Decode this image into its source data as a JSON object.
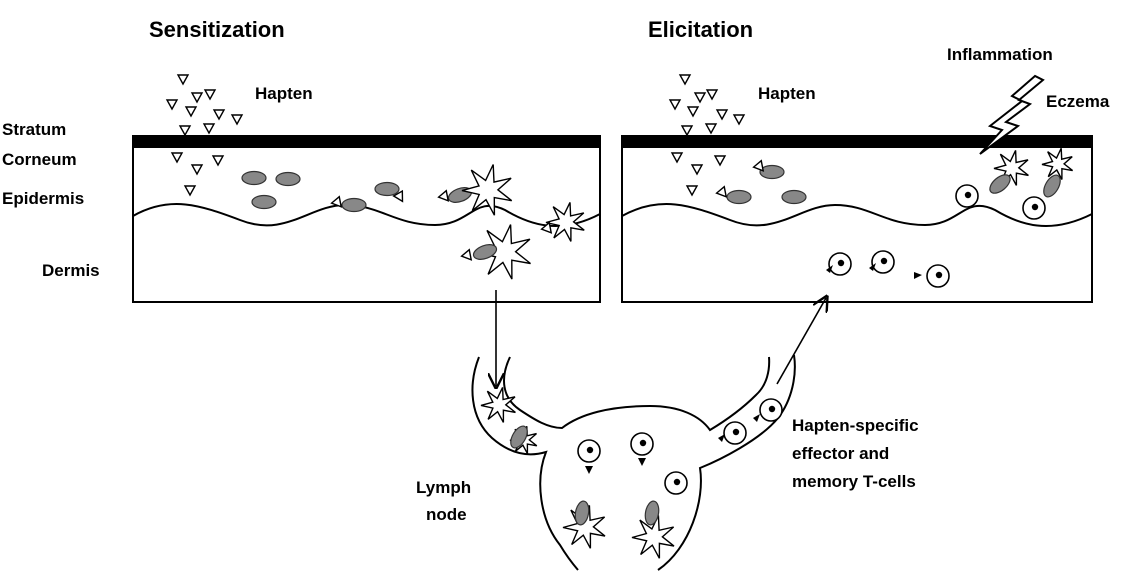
{
  "titles": {
    "sensitization": "Sensitization",
    "elicitation": "Elicitation"
  },
  "labels": {
    "hapten_left": "Hapten",
    "hapten_right": "Hapten",
    "stratum": "Stratum",
    "corneum": "Corneum",
    "epidermis": "Epidermis",
    "dermis": "Dermis",
    "inflammation": "Inflammation",
    "eczema": "Eczema",
    "lymph_1": "Lymph",
    "lymph_2": "node",
    "effector_1": "Hapten-specific",
    "effector_2": "effector and",
    "effector_3": "memory T-cells"
  },
  "colors": {
    "line": "#000000",
    "cell_fill": "#888888",
    "background": "#ffffff"
  },
  "icons": {
    "hapten": "triangle-down",
    "langerhans_cell": "grey-ellipse",
    "dendritic_cell": "star",
    "t_cell": "circle-with-nucleus",
    "inflammation": "lightning-bolt"
  }
}
